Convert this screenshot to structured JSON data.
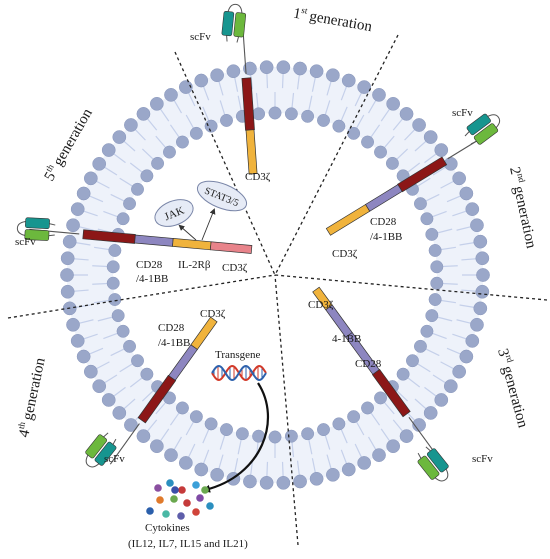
{
  "generations": {
    "first": {
      "num": "1",
      "sup": "st",
      "word": "generation"
    },
    "second": {
      "num": "2",
      "sup": "nd",
      "word": "generation"
    },
    "third": {
      "num": "3",
      "sup": "rd",
      "word": "generation"
    },
    "fourth": {
      "num": "4",
      "sup": "th",
      "word": "generation"
    },
    "fifth": {
      "num": "5",
      "sup": "th",
      "word": "generation"
    }
  },
  "labels": {
    "scfv": "scFv",
    "cd3z": "CD3ζ",
    "cd28": "CD28",
    "slash_41bb": "/4-1BB",
    "four_1bb": "4-1BB",
    "il2rb": "IL-2Rβ",
    "jak": "JAK",
    "stat": "STAT3/5",
    "transgene": "Transgene",
    "cytokines": "Cytokines",
    "cytokine_list": "(IL12, IL7, IL15 and IL21)"
  },
  "colors": {
    "scfv_light": "#6cb83d",
    "scfv_dark": "#17958f",
    "transmembrane": "#8c1717",
    "cd3z": "#f0b33c",
    "costim": "#8d86c0",
    "il2rb": "#f0b33c",
    "cd3z_fifth": "#e8838a",
    "membrane_head": "#9aa7c9",
    "membrane_tail": "#c5d0ea",
    "dna_red": "#d23a2a",
    "dna_blue": "#2e62ad"
  }
}
